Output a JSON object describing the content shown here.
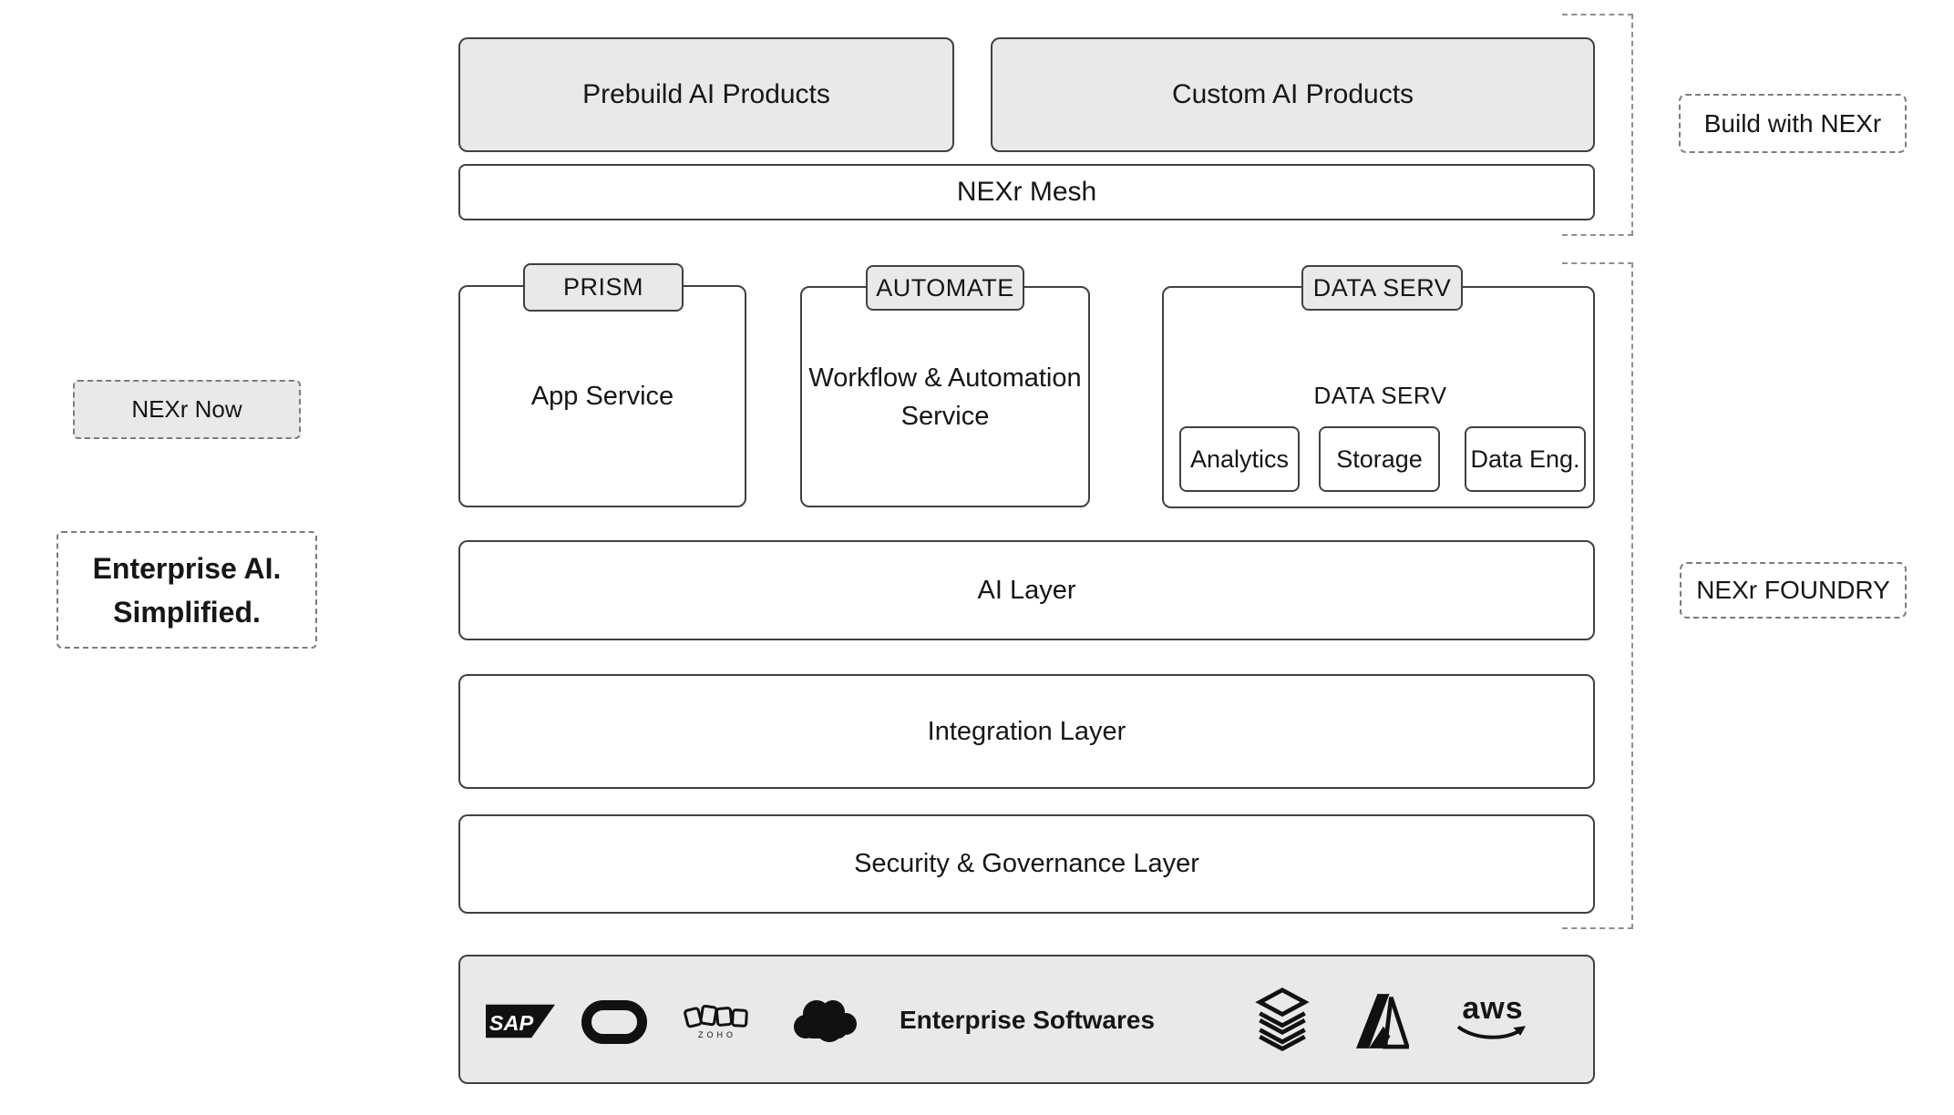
{
  "top": {
    "prebuild_label": "Prebuild AI Products",
    "custom_label": "Custom AI Products",
    "mesh_label": "NEXr Mesh"
  },
  "annotations": {
    "build": "Build with NEXr",
    "foundry": "NEXr FOUNDRY",
    "now": "NEXr Now",
    "tagline_line1": "Enterprise AI.",
    "tagline_line2": "Simplified."
  },
  "products": [
    {
      "tab": "PRISM",
      "body": "App Service"
    },
    {
      "tab": "AUTOMATE",
      "body": "Workflow & Automation Service"
    },
    {
      "tab": "DATA SERV",
      "inner_title": "DATA SERV",
      "sub": [
        "Analytics",
        "Storage",
        "Data Eng."
      ]
    }
  ],
  "layers": [
    "AI Layer",
    "Integration Layer",
    "Security & Governance Layer"
  ],
  "bottom": {
    "label": "Enterprise Softwares",
    "sap": "SAP",
    "zoho": "ZOHO",
    "aws": "aws",
    "logos": [
      "sap-logo",
      "oracle-logo",
      "zoho-logo",
      "salesforce-logo",
      "databricks-logo",
      "azure-logo",
      "aws-logo"
    ]
  },
  "colors": {
    "box_fill": "#e9e9e9",
    "border": "#404040",
    "dashed_border": "#7c7c7c",
    "background": "#ffffff",
    "text": "#161616",
    "logo": "#111111"
  }
}
